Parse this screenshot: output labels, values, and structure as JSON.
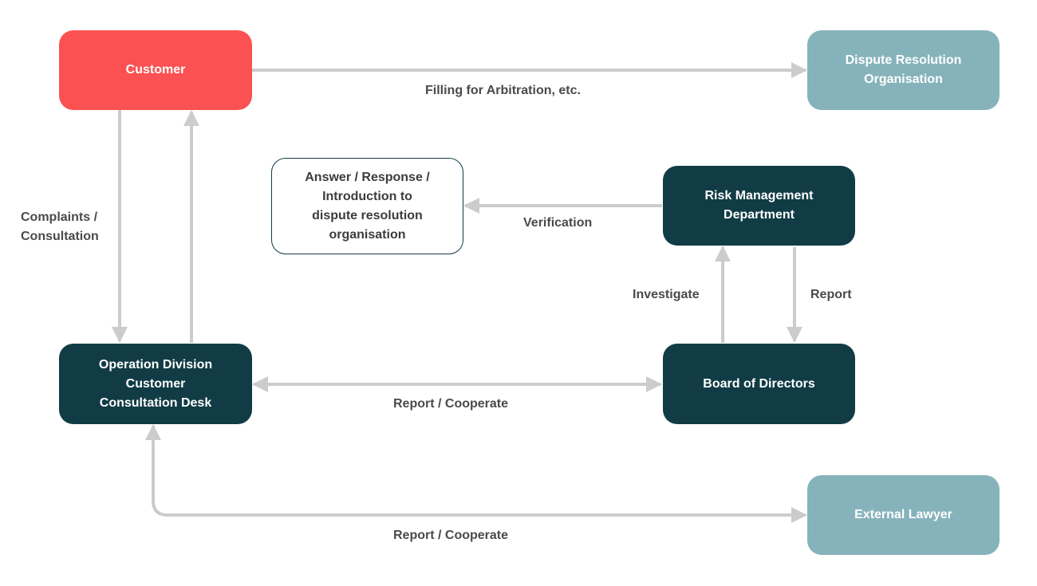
{
  "nodes": {
    "customer": "Customer",
    "dispute_org": "Dispute Resolution\nOrganisation",
    "answer": "Answer / Response /\nIntroduction to\ndispute resolution\norganisation",
    "risk": "Risk Management\nDepartment",
    "operation": "Operation Division\nCustomer\nConsultation Desk",
    "board": "Board of Directors",
    "lawyer": "External Lawyer"
  },
  "edges": {
    "filling": "Filling for Arbitration, etc.",
    "complaints": "Complaints /\nConsultation",
    "verification": "Verification",
    "investigate": "Investigate",
    "report": "Report",
    "report_coop_board": "Report / Cooperate",
    "report_coop_lawyer": "Report / Cooperate"
  },
  "colors": {
    "customer": "#fb5152",
    "teal": "#86b3bb",
    "dark": "#113c45",
    "arrow": "#cccccc",
    "label": "#4a4a4a"
  }
}
